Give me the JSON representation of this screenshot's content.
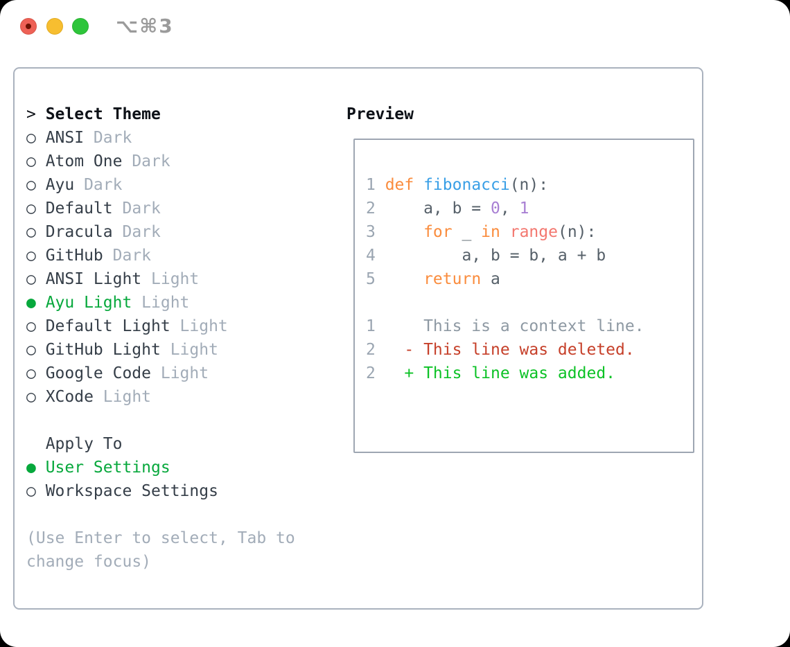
{
  "titlebar": {
    "shortcut": "⌥⌘3",
    "window_controls": [
      "close",
      "minimize",
      "zoom"
    ]
  },
  "icons": {
    "radio_selected": "●",
    "radio_unselected": "○",
    "prompt_arrow": ">"
  },
  "theme_panel": {
    "header": {
      "prompt": ">",
      "label": "Select Theme"
    },
    "themes": [
      {
        "bullet": "○",
        "name": "ANSI",
        "variant": "Dark",
        "selected": false
      },
      {
        "bullet": "○",
        "name": "Atom One",
        "variant": "Dark",
        "selected": false
      },
      {
        "bullet": "○",
        "name": "Ayu",
        "variant": "Dark",
        "selected": false
      },
      {
        "bullet": "○",
        "name": "Default",
        "variant": "Dark",
        "selected": false
      },
      {
        "bullet": "○",
        "name": "Dracula",
        "variant": "Dark",
        "selected": false
      },
      {
        "bullet": "○",
        "name": "GitHub",
        "variant": "Dark",
        "selected": false
      },
      {
        "bullet": "○",
        "name": "ANSI Light",
        "variant": "Light",
        "selected": false
      },
      {
        "bullet": "●",
        "name": "Ayu Light",
        "variant": "Light",
        "selected": true
      },
      {
        "bullet": "○",
        "name": "Default Light",
        "variant": "Light",
        "selected": false
      },
      {
        "bullet": "○",
        "name": "GitHub Light",
        "variant": "Light",
        "selected": false
      },
      {
        "bullet": "○",
        "name": "Google Code",
        "variant": "Light",
        "selected": false
      },
      {
        "bullet": "○",
        "name": "XCode",
        "variant": "Light",
        "selected": false
      }
    ],
    "apply_to": {
      "label": "Apply To",
      "options": [
        {
          "bullet": "●",
          "label": "User Settings",
          "selected": true
        },
        {
          "bullet": "○",
          "label": "Workspace Settings",
          "selected": false
        }
      ]
    },
    "help": {
      "line1": "(Use Enter to select, Tab to",
      "line2": "change focus)"
    }
  },
  "preview": {
    "header": "Preview",
    "code": [
      {
        "num": "1",
        "tokens": [
          {
            "text": "def ",
            "type": "keyword"
          },
          {
            "text": "fibonacci",
            "type": "function"
          },
          {
            "text": "(n):",
            "type": "default"
          }
        ]
      },
      {
        "num": "2",
        "tokens": [
          {
            "text": "    a, b = ",
            "type": "default"
          },
          {
            "text": "0",
            "type": "number"
          },
          {
            "text": ", ",
            "type": "default"
          },
          {
            "text": "1",
            "type": "number"
          }
        ]
      },
      {
        "num": "3",
        "tokens": [
          {
            "text": "    ",
            "type": "default"
          },
          {
            "text": "for",
            "type": "keyword"
          },
          {
            "text": " _ ",
            "type": "default"
          },
          {
            "text": "in",
            "type": "keyword"
          },
          {
            "text": " ",
            "type": "default"
          },
          {
            "text": "range",
            "type": "builtin"
          },
          {
            "text": "(n):",
            "type": "default"
          }
        ]
      },
      {
        "num": "4",
        "tokens": [
          {
            "text": "        a, b = b, a + b",
            "type": "default"
          }
        ]
      },
      {
        "num": "5",
        "tokens": [
          {
            "text": "    ",
            "type": "default"
          },
          {
            "text": "return",
            "type": "keyword"
          },
          {
            "text": " a",
            "type": "default"
          }
        ]
      }
    ],
    "diff": [
      {
        "num": "1",
        "text": "    This is a context line.",
        "type": "context"
      },
      {
        "num": "2",
        "text": "  - This line was deleted.",
        "type": "deleted"
      },
      {
        "num": "2",
        "text": "  + This line was added.",
        "type": "added"
      }
    ]
  },
  "colors": {
    "selection_green": "#07a83c",
    "diff_added": "#0cc226",
    "diff_deleted": "#c6402a",
    "diff_context": "#8e99a3",
    "keyword_orange": "#fa8c3d",
    "function_blue": "#399fe6",
    "number_purple": "#a87fd3",
    "builtin_coral": "#f3776f",
    "code_default": "#566069",
    "muted_gray": "#a2acb8",
    "line_number_gray": "#9aa5b1",
    "panel_border": "#aab2be",
    "traffic_red": "#ee6156",
    "traffic_yellow": "#f7be30",
    "traffic_green": "#2ec53b"
  }
}
